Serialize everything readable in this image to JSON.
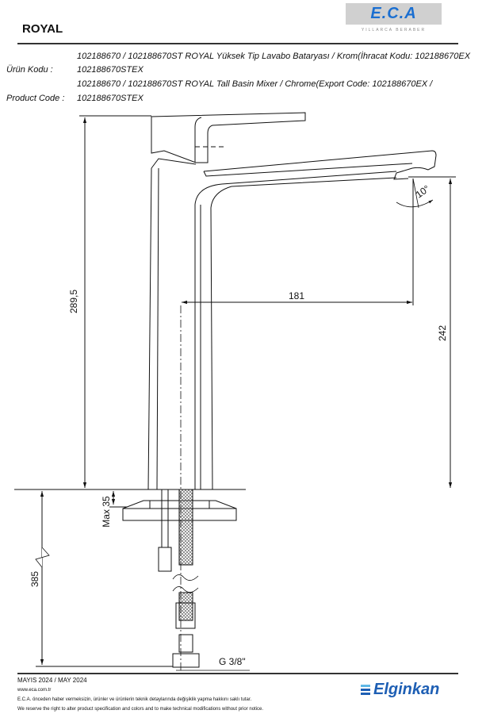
{
  "header": {
    "title": "ROYAL",
    "logo_text": "E.C.A",
    "logo_tagline": "YILLARCA BERABER"
  },
  "product": {
    "tr_label": "Ürün Kodu :",
    "tr_line1": "102188670 / 102188670ST ROYAL Yüksek Tip Lavabo Bataryası / Krom(İhracat Kodu: 102188670EX",
    "tr_line2": "102188670STEX",
    "en_label": "Product Code :",
    "en_line1": "102188670 / 102188670ST ROYAL Tall Basin Mixer / Chrome(Export Code: 102188670EX /",
    "en_line2": "102188670STEX"
  },
  "dimensions": {
    "total_height": "289,5",
    "spout_reach": "181",
    "spout_height": "242",
    "angle": "10°",
    "max_thickness": "Max 35",
    "hose_length": "385",
    "thread": "G 3/8\""
  },
  "footer": {
    "date": "MAYIS 2024 / MAY 2024",
    "website": "www.eca.com.tr",
    "disclaimer_tr": "E.C.A. önceden haber vermeksizin, ürünler ve ürünlerin teknik detaylarında değişiklik yapma hakkını saklı tutar.",
    "disclaimer_en": "We reserve the right to alter product specification and colors and to make technical modifications without prior notice.",
    "brand": "Elginkan"
  }
}
